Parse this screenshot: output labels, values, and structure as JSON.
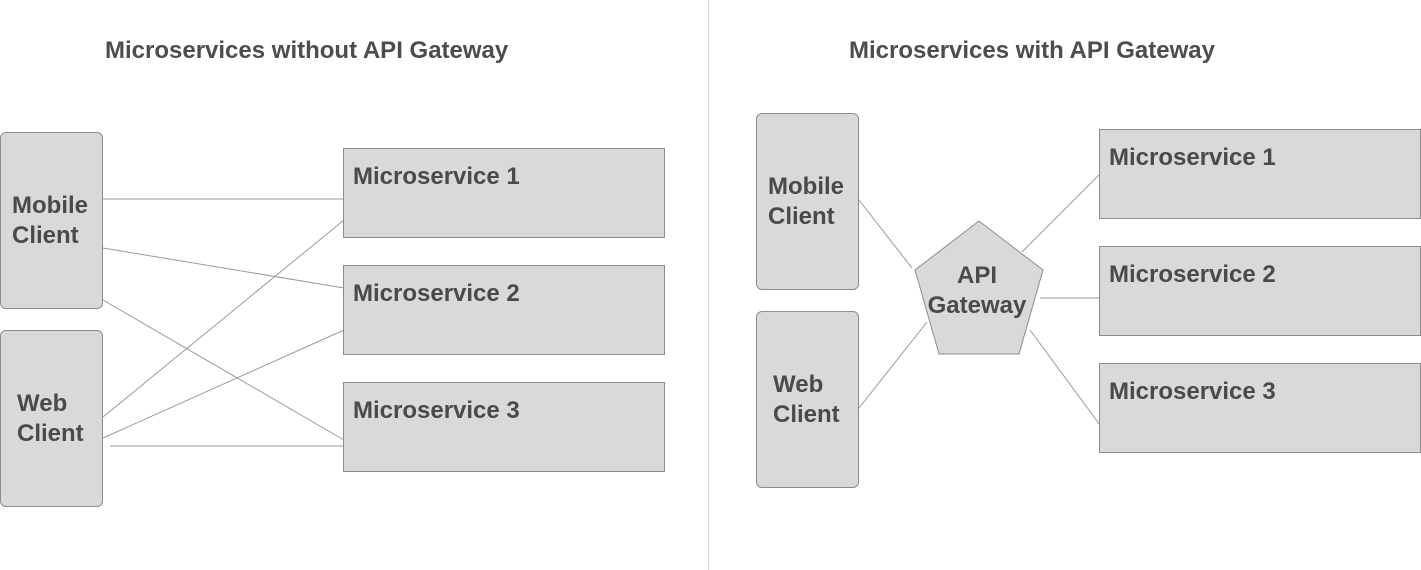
{
  "left": {
    "title": "Microservices without API Gateway",
    "clients": {
      "mobile": "Mobile\nClient",
      "web": "Web\nClient"
    },
    "services": [
      "Microservice 1",
      "Microservice 2",
      "Microservice 3"
    ]
  },
  "right": {
    "title": "Microservices with API Gateway",
    "clients": {
      "mobile": "Mobile\nClient",
      "web": "Web\nClient"
    },
    "gateway": "API\nGateway",
    "services": [
      "Microservice 1",
      "Microservice 2",
      "Microservice 3"
    ]
  },
  "colors": {
    "box_fill": "#d9d9d9",
    "box_stroke": "#8c8c8c",
    "line": "#9a9a9a",
    "text": "#4a4a4a"
  }
}
